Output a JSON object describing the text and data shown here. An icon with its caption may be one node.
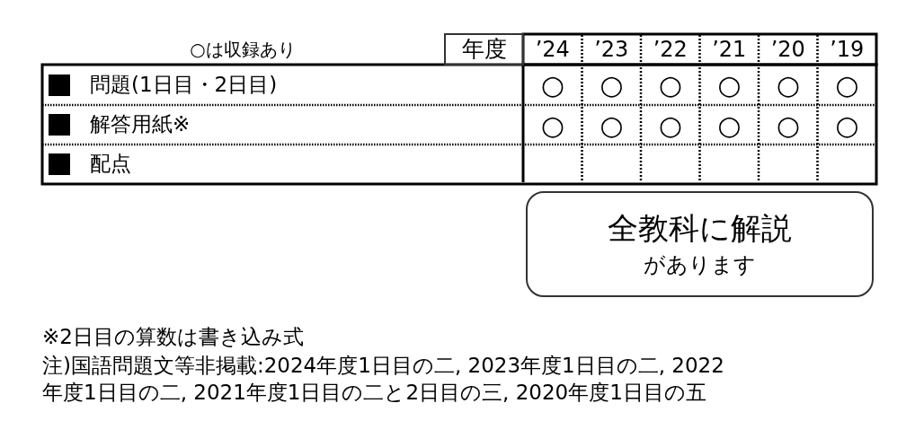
{
  "diagram": {
    "nodes": [
      {
        "text": [
          "全教科に解説",
          "があります"
        ]
      }
    ],
    "labels": [
      "○は収録あり",
      "年度",
      "’24",
      "’23",
      "’22",
      "’21",
      "’20",
      "’19",
      "問題(1日目・2日目)",
      "○",
      "○",
      "○",
      "○",
      "○",
      "○",
      "解答用紙※",
      "○",
      "○",
      "○",
      "○",
      "○",
      "○",
      "配点",
      "※2日目の算数は書き込み式",
      "注)国語問題文等非掲載:2024年度1日目の二, 2023年度1日目の二, 2022年度1日目の二, 2021年度1日目の二と2日目の三, 2020年度1日目の五"
    ]
  }
}
